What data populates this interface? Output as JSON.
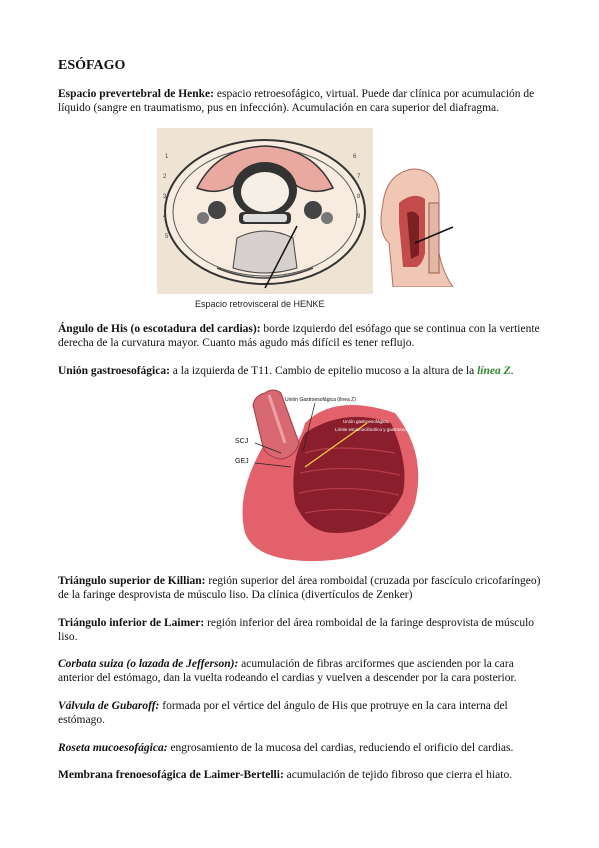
{
  "title": "ESÓFAGO",
  "sections": {
    "henke": {
      "term": "Espacio prevertebral de Henke:",
      "text": " espacio retroesofágico, virtual. Puede dar clínica por acumulación de líquido (sangre en traumatismo, pus en infección). Acumulación en cara superior del diafragma."
    },
    "his": {
      "term": "Ángulo de His (o escotadura del cardias):",
      "text": " borde izquierdo del esófago que se continua con la vertiente derecha de la curvatura mayor. Cuanto más agudo más difícil es tener reflujo."
    },
    "union": {
      "term": "Unión gastroesofágica:",
      "text": " a la izquierda de T11. Cambio de epitelio mucoso a la altura de la ",
      "highlight": "línea Z",
      "end": "."
    },
    "killian": {
      "term": "Triángulo superior de Killian:",
      "text": " región superior del área romboidal (cruzada por fascículo cricofaríngeo) de la faringe desprovista de músculo liso. Da clínica (divertículos de Zenker)"
    },
    "laimer": {
      "term": "Triángulo inferior de Laimer:",
      "text": " región inferior del área romboidal de la faringe desprovista de músculo liso."
    },
    "corbata": {
      "term": "Corbata suiza (o lazada de Jefferson):",
      "text": " acumulación de fibras arciformes que ascienden por la cara anterior del estómago, dan la vuelta rodeando el cardias y vuelven a descender por la cara posterior."
    },
    "gubaroff": {
      "term": "Válvula de Gubaroff:",
      "text": " formada por el vértice del ángulo de His que protruye en la cara interna del estómago."
    },
    "roseta": {
      "term": "Roseta mucoesofágica:",
      "text": " engrosamiento de la mucosa del cardias, reduciendo el orificio del cardias."
    },
    "membrana": {
      "term": "Membrana frenoesofágica de Laimer-Bertelli:",
      "text": " acumulación de tejido fibroso que cierra el hiato."
    }
  },
  "figure1": {
    "caption": "Espacio retrovisceral de HENKE"
  },
  "figure2": {
    "labels": {
      "top": "Unión Gastroesofágica (línea Z)",
      "right1": "Unión gastroesofágica,",
      "right2": "Límite escamocilíndrico y gastroesofágico",
      "scj": "SCJ",
      "gej": "GEJ"
    }
  }
}
